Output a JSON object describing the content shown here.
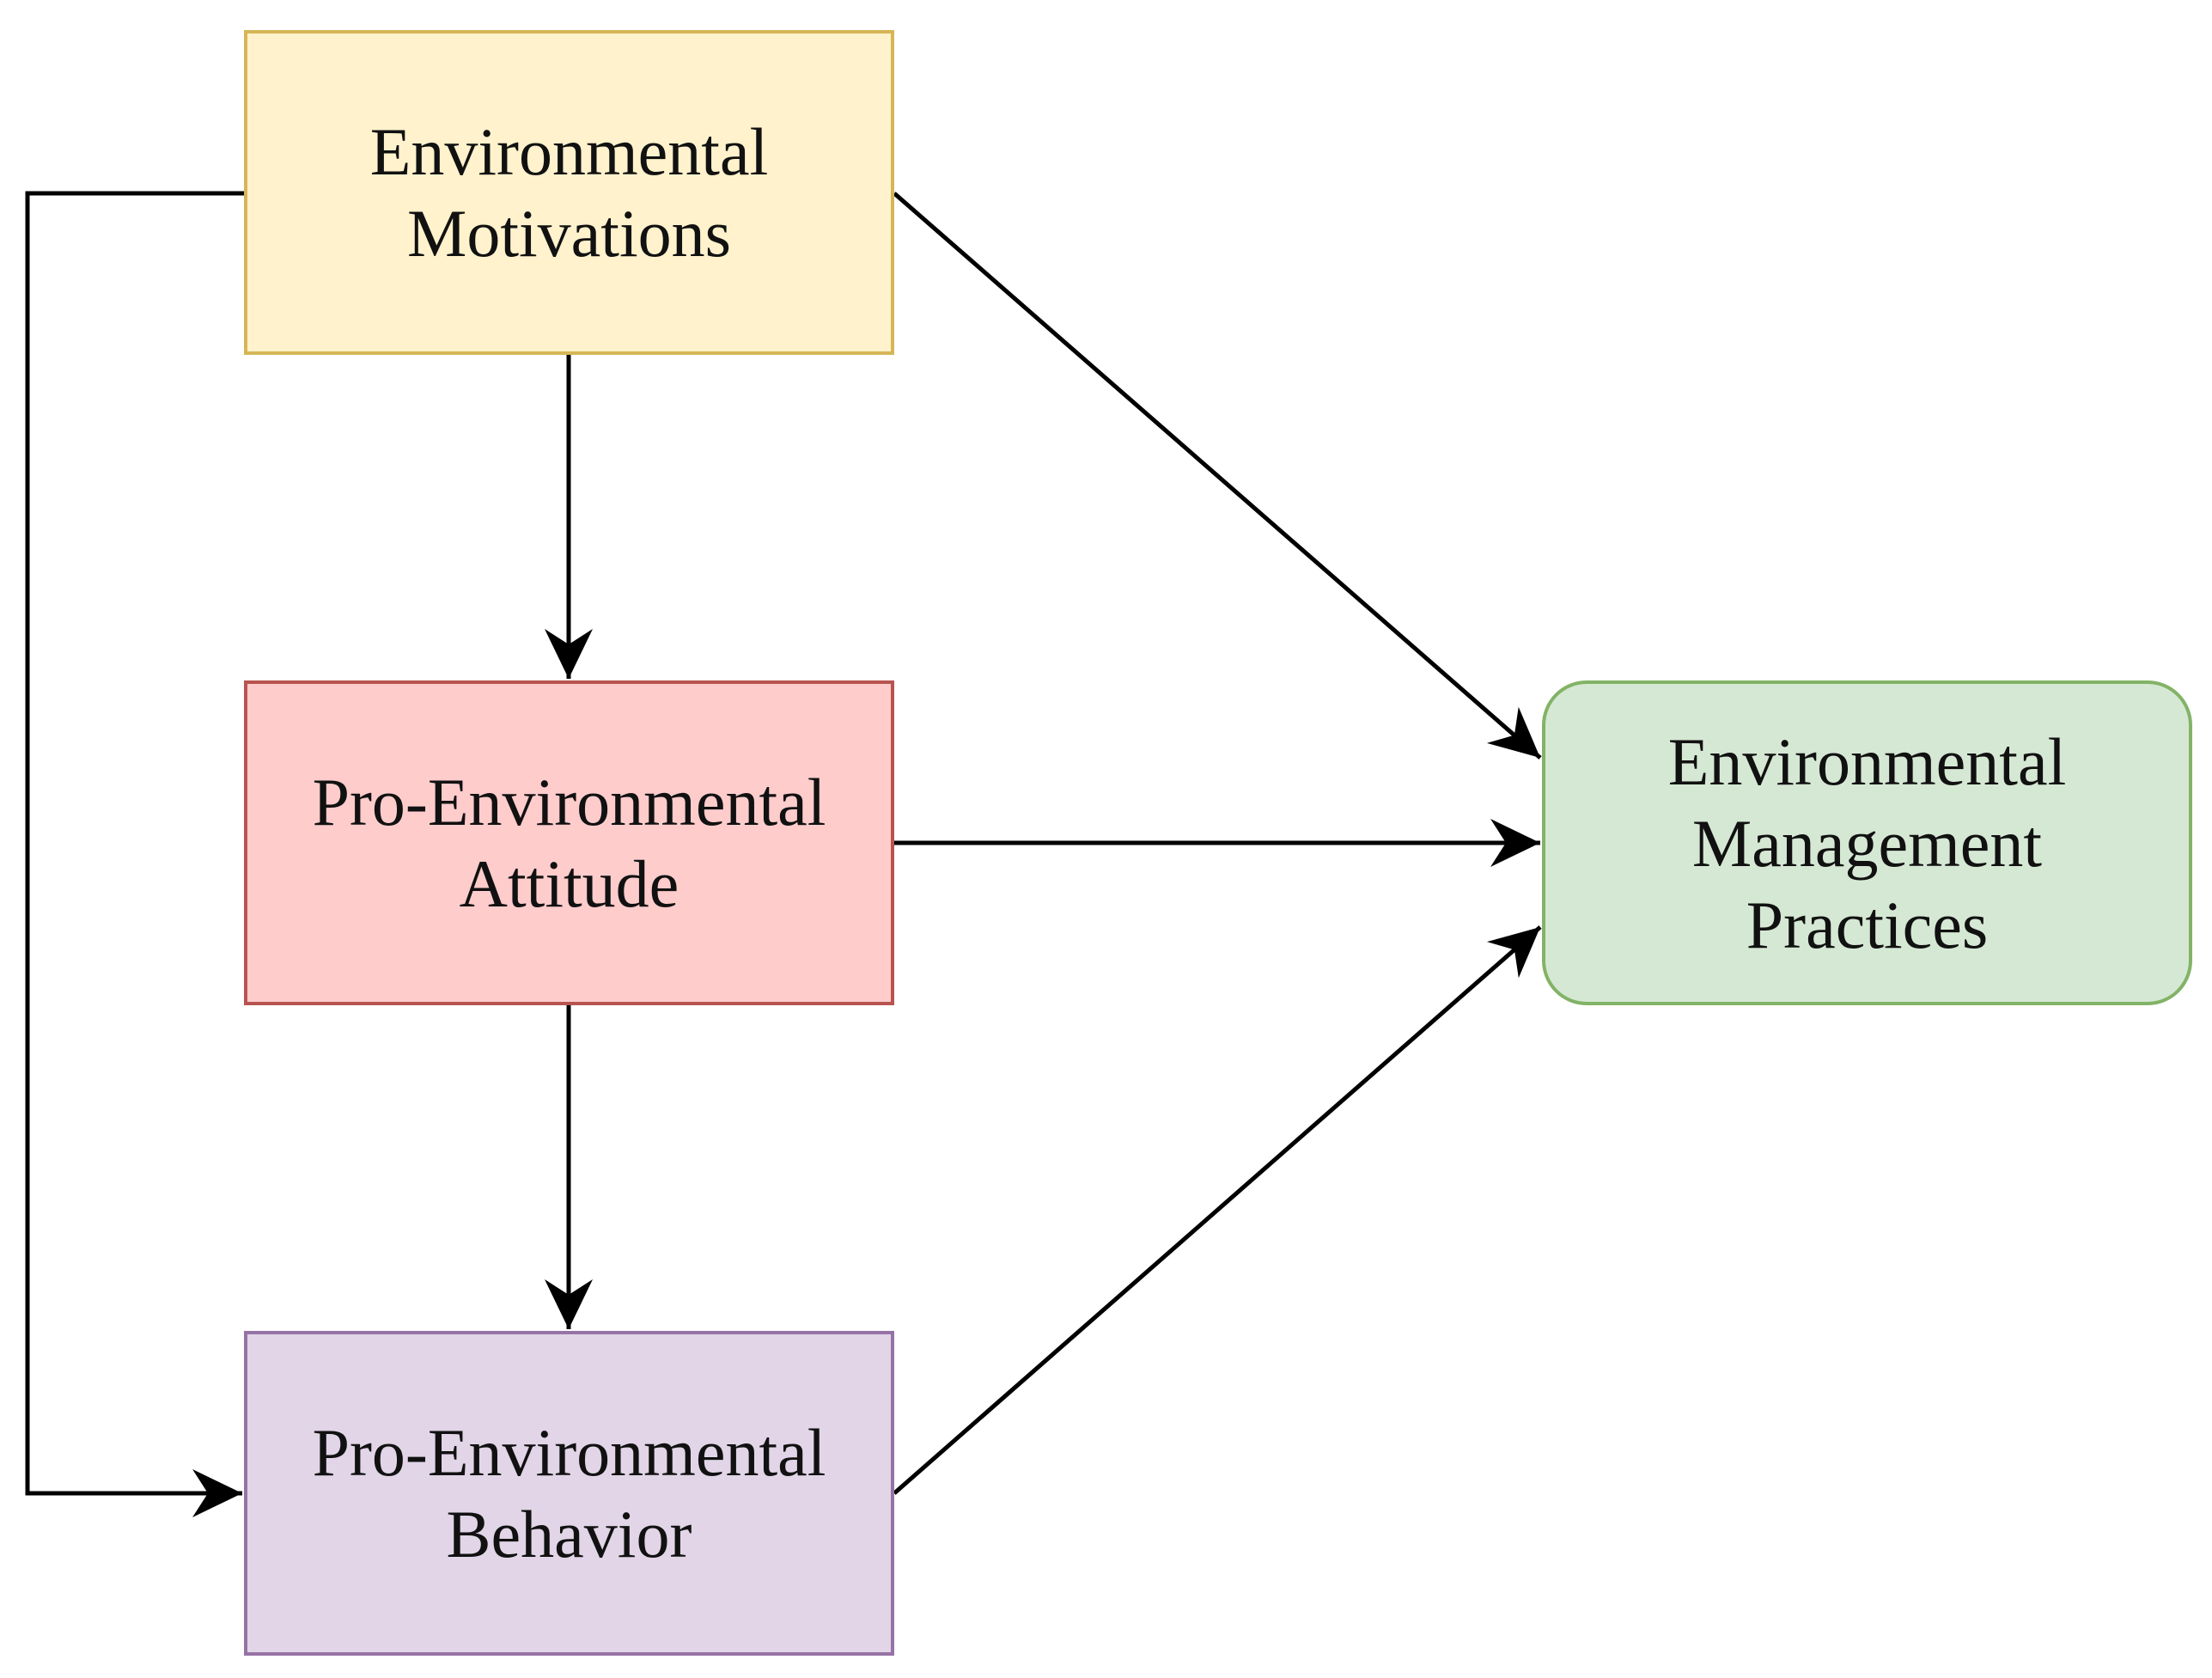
{
  "nodes": {
    "motivations": {
      "label": "Environmental\nMotivations",
      "fill": "#fff2cc",
      "stroke": "#d6b656"
    },
    "attitude": {
      "label": "Pro-Environmental\nAttitude",
      "fill": "#ffcccc",
      "stroke": "#b85450"
    },
    "behavior": {
      "label": "Pro-Environmental\nBehavior",
      "fill": "#e1d5e7",
      "stroke": "#9673a6"
    },
    "practices": {
      "label": "Environmental\nManagement\nPractices",
      "fill": "#d5e8d4",
      "stroke": "#82b366"
    }
  },
  "edges": [
    {
      "from": "motivations",
      "to": "attitude"
    },
    {
      "from": "attitude",
      "to": "behavior"
    },
    {
      "from": "motivations",
      "to": "behavior"
    },
    {
      "from": "motivations",
      "to": "practices"
    },
    {
      "from": "attitude",
      "to": "practices"
    },
    {
      "from": "behavior",
      "to": "practices"
    }
  ],
  "colors": {
    "edge": "#000000"
  }
}
